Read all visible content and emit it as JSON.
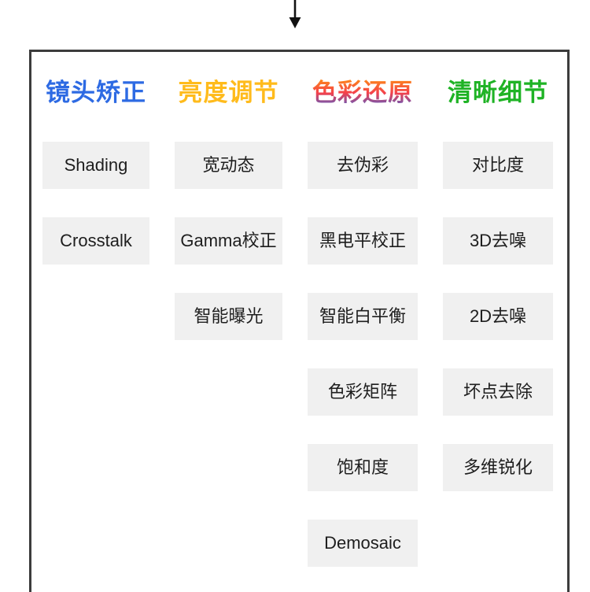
{
  "diagram": {
    "arrow_icon": "down-arrow",
    "panel_border_color": "#3c3c3c",
    "item_background": "#f0f0f0",
    "item_text_color": "#1e1e1e",
    "arrow_color": "#111111"
  },
  "columns": [
    {
      "title": "镜头矫正",
      "title_color": "#2d6ae3",
      "items": [
        "Shading",
        "Crosstalk"
      ]
    },
    {
      "title": "亮度调节",
      "title_color": "#ffbb1c",
      "items": [
        "宽动态",
        "Gamma校正",
        "智能曝光"
      ]
    },
    {
      "title": "色彩还原",
      "title_gradient": [
        "#ff9a0d",
        "#f5414b",
        "#2d62e6"
      ],
      "items": [
        "去伪彩",
        "黑电平校正",
        "智能白平衡",
        "色彩矩阵",
        "饱和度",
        "Demosaic"
      ]
    },
    {
      "title": "清晰细节",
      "title_color": "#1fb325",
      "items": [
        "对比度",
        "3D去噪",
        "2D去噪",
        "坏点去除",
        "多维锐化"
      ]
    }
  ]
}
